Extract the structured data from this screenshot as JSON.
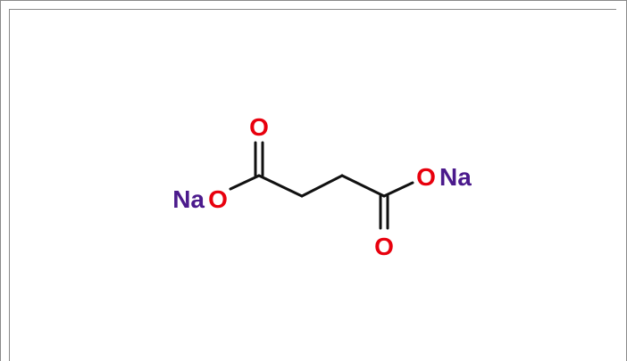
{
  "molecule": {
    "atoms": {
      "o_top": "O",
      "o_bottom": "O",
      "na_left": "Na",
      "o_left": "O",
      "o_right": "O",
      "na_right": "Na"
    },
    "colors": {
      "oxygen": "#e8000d",
      "sodium": "#4b1a8c",
      "bond": "#111111"
    }
  }
}
